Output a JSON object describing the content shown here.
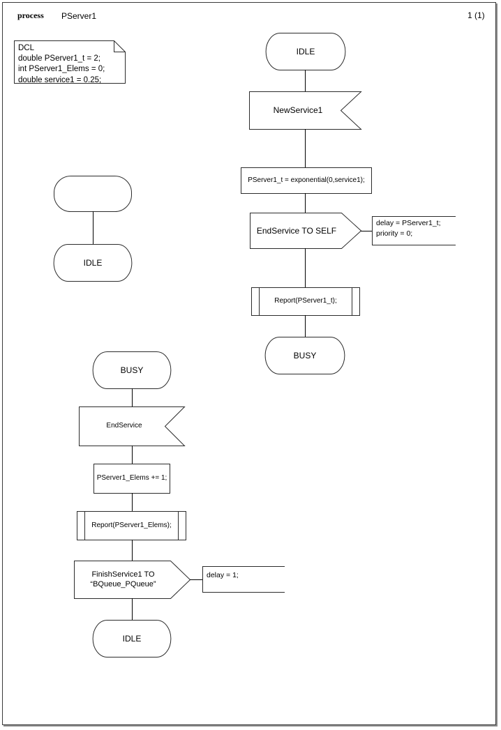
{
  "header": {
    "keyword": "process",
    "name": "PServer1",
    "page_number": "1 (1)"
  },
  "declaration": {
    "name": "dcl-block",
    "text": "DCL\ndouble PServer1_t = 2;\nint PServer1_Elems = 0;\ndouble service1 = 0.25;"
  },
  "flows": [
    {
      "id": "flow-idle-newservice1",
      "nodes": [
        {
          "type": "state",
          "label": "IDLE"
        },
        {
          "type": "input",
          "label": "NewService1"
        },
        {
          "type": "task",
          "label": "PServer1_t = exponential(0,service1);"
        },
        {
          "type": "output",
          "label": "EndService TO SELF"
        },
        {
          "type": "procedure",
          "label": "Report(PServer1_t);"
        },
        {
          "type": "state",
          "label": "BUSY"
        }
      ],
      "comment": "delay = PServer1_t;\npriority = 0;"
    },
    {
      "id": "flow-start",
      "nodes": [
        {
          "type": "start",
          "label": ""
        },
        {
          "type": "state",
          "label": "IDLE"
        }
      ]
    },
    {
      "id": "flow-busy-endservice",
      "nodes": [
        {
          "type": "state",
          "label": "BUSY"
        },
        {
          "type": "input",
          "label": "EndService"
        },
        {
          "type": "task",
          "label": "PServer1_Elems += 1;"
        },
        {
          "type": "procedure",
          "label": "Report(PServer1_Elems);"
        },
        {
          "type": "output",
          "label": "FinishService1 TO\n“BQueue_PQueue”"
        },
        {
          "type": "state",
          "label": "IDLE"
        }
      ],
      "comment": "delay = 1;"
    }
  ],
  "labels": {
    "state_idle_1": "IDLE",
    "input_newservice1": "NewService1",
    "task_exponential": "PServer1_t = exponential(0,service1);",
    "output_endservice_self": "EndService TO SELF",
    "comment_delay_priority": "delay = PServer1_t;\npriority = 0;",
    "procedure_report_t": "Report(PServer1_t);",
    "state_busy_1": "BUSY",
    "start_empty": "",
    "state_idle_2": "IDLE",
    "state_busy_2": "BUSY",
    "input_endservice": "EndService",
    "task_elems_increment": "PServer1_Elems += 1;",
    "procedure_report_elems": "Report(PServer1_Elems);",
    "output_finishservice1": "FinishService1 TO\n“BQueue_PQueue”",
    "comment_delay_1": "delay = 1;",
    "state_idle_3": "IDLE"
  },
  "colors": {
    "stroke": "#2b2b2b",
    "frame": "#3a3a3a",
    "shadow": "#8d8d8d",
    "background": "#ffffff",
    "text": "#000000"
  }
}
